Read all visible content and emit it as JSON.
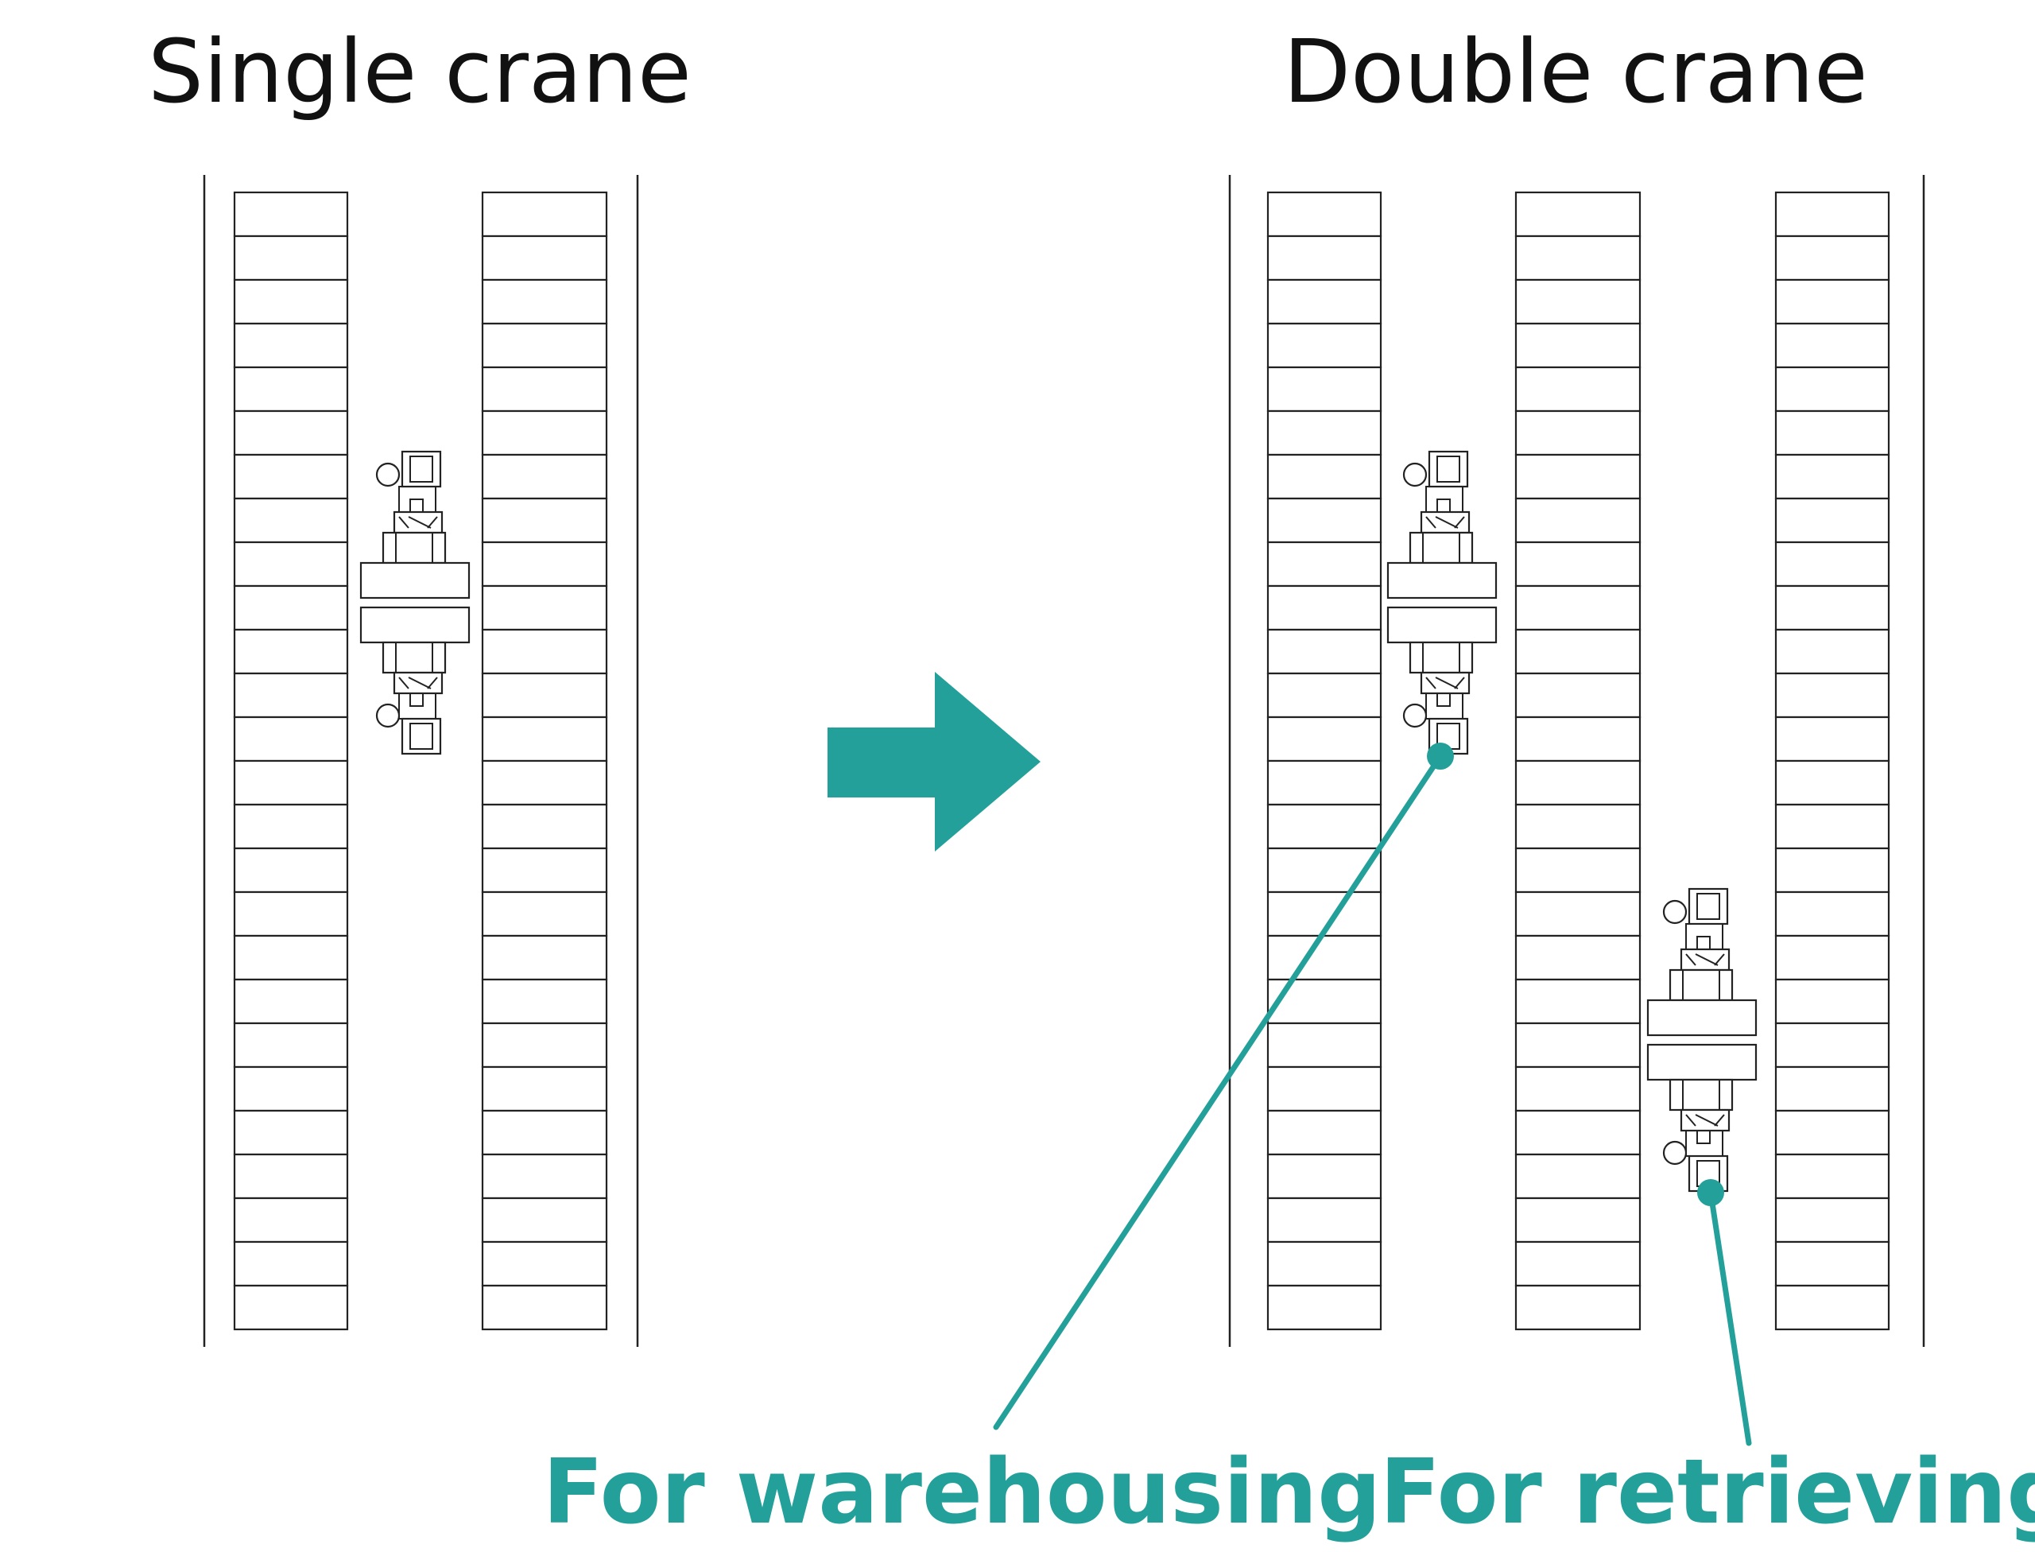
{
  "titles": {
    "single": "Single crane",
    "double": "Double crane"
  },
  "callouts": {
    "warehousing": "For warehousing",
    "retrieving": "For retrieving"
  },
  "racks": {
    "cells_per_rack": 26
  },
  "colors": {
    "accent": "#23A09A",
    "line": "#222222",
    "background": "#FFFFFF"
  },
  "icons": {
    "transition": "arrow-right-icon",
    "crane": "stacker-crane-icon"
  }
}
